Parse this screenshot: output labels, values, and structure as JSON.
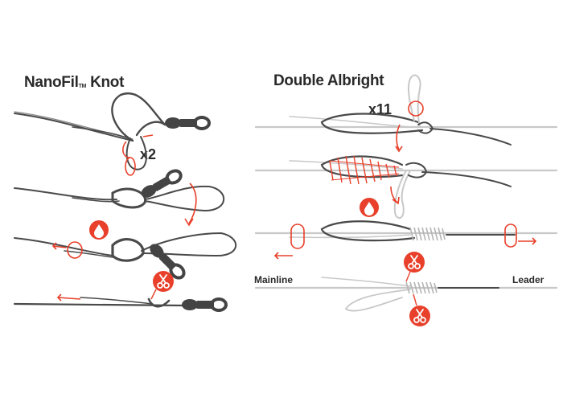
{
  "left": {
    "title": "NanoFil",
    "title_mark": "TM",
    "title_suffix": "Knot",
    "wraps_label": "x2"
  },
  "right": {
    "title": "Double Albright",
    "wraps_label": "x11",
    "mainline_label": "Mainline",
    "leader_label": "Leader"
  },
  "icons": [
    "water-drop-icon",
    "scissors-icon"
  ],
  "colors": {
    "line_dark": "#4a4a4a",
    "line_light": "#c8c8c8",
    "accent_red": "#e8402a"
  }
}
